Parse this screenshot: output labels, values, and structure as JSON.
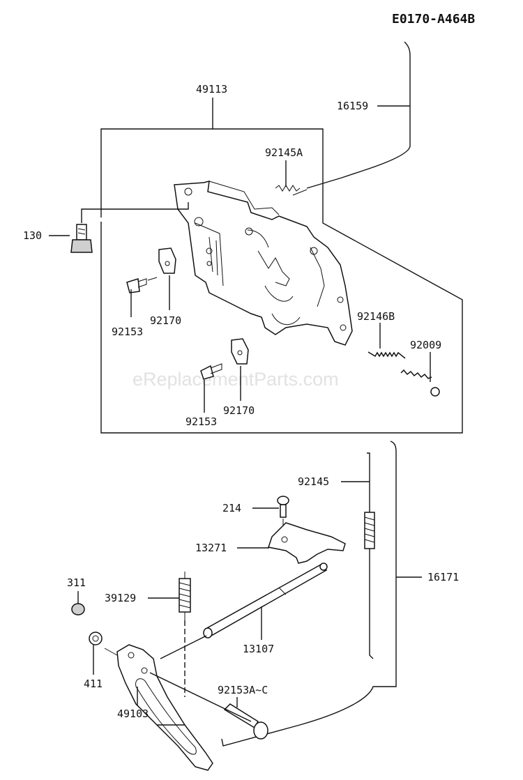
{
  "diagram_code": "E0170-A464B",
  "watermark": "eReplacementParts.com",
  "labels": {
    "p49113": "49113",
    "p16159": "16159",
    "p92145A": "92145A",
    "p130": "130",
    "p92153_a": "92153",
    "p92170_a": "92170",
    "p92146B": "92146B",
    "p92009": "92009",
    "p92170_b": "92170",
    "p92153_b": "92153",
    "p92145": "92145",
    "p214": "214",
    "p13271": "13271",
    "p16171": "16171",
    "p311": "311",
    "p39129": "39129",
    "p13107": "13107",
    "p411": "411",
    "p92153AC": "92153A~C",
    "p49103": "49103"
  }
}
